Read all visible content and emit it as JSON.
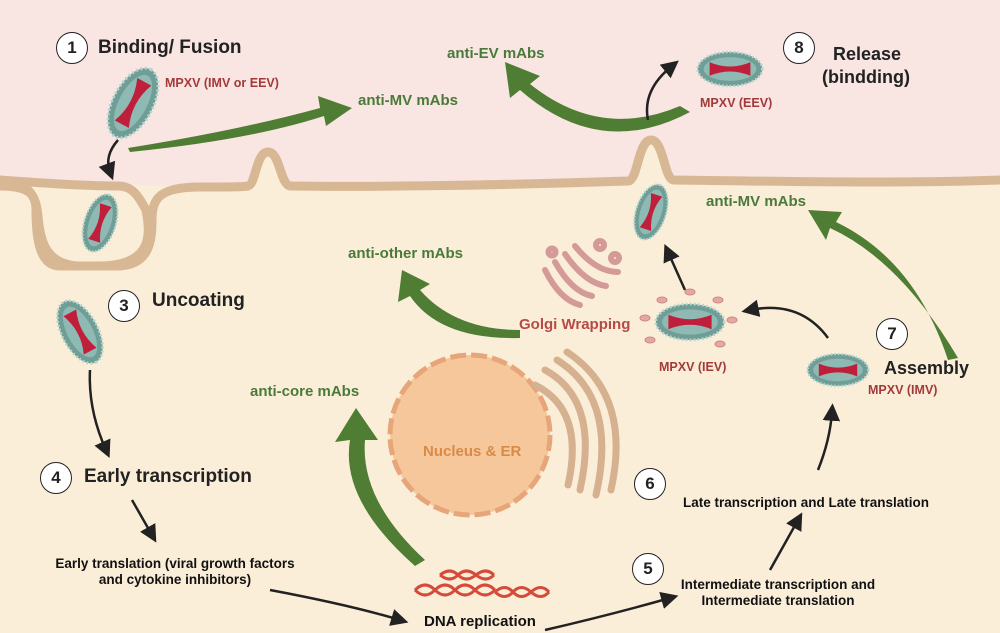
{
  "steps": {
    "s1": {
      "number": "1",
      "title": "Binding/ Fusion"
    },
    "s3": {
      "number": "3",
      "title": "Uncoating"
    },
    "s4": {
      "number": "4",
      "title": "Early transcription"
    },
    "s5": {
      "number": "5"
    },
    "s6": {
      "number": "6"
    },
    "s7": {
      "number": "7",
      "title": "Assembly"
    },
    "s8": {
      "number": "8",
      "title_line1": "Release",
      "title_line2": "(bindding)"
    }
  },
  "virus_labels": {
    "entry": "MPXV (IMV or EEV)",
    "eev": "MPXV (EEV)",
    "iev": "MPXV (IEV)",
    "imv": "MPXV (IMV)"
  },
  "antibodies": {
    "anti_ev": "anti-EV mAbs",
    "anti_mv_top": "anti-MV mAbs",
    "anti_mv_right": "anti-MV mAbs",
    "anti_other": "anti-other mAbs",
    "anti_core": "anti-core mAbs"
  },
  "organelles": {
    "golgi": "Golgi Wrapping",
    "nucleus": "Nucleus & ER"
  },
  "processes": {
    "early_translation_line1": "Early translation (viral growth factors",
    "early_translation_line2": "and cytokine inhibitors)",
    "dna_replication": "DNA replication",
    "intermediate_line1": "Intermediate transcription and",
    "intermediate_line2": "Intermediate translation",
    "late": "Late transcription and Late translation"
  },
  "colors": {
    "extracellular": "#f9e5e2",
    "cytoplasm": "#fbeed9",
    "membrane": "#d8b894",
    "antibody_arrow": "#4f7d33",
    "virus_coat": "#6f9e97",
    "virus_core": "#c01f3c",
    "nucleus": "#f7c79c",
    "nucleus_border": "#e6a679",
    "golgi": "#d49a98",
    "er": "#d6b190",
    "dna": "#d54b3a"
  }
}
